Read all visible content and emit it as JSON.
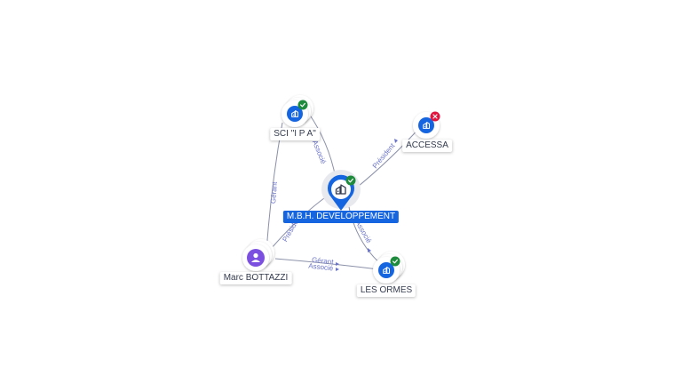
{
  "colors": {
    "company": "#1565e0",
    "person": "#7b4fe0",
    "active": "#1e8a3c",
    "closed": "#e0143c",
    "edge": "#8a90a8",
    "edge_label": "#6a73c8"
  },
  "nodes": {
    "center": {
      "name": "M.B.H. DEVELOPPEMENT",
      "type": "company",
      "status": "active",
      "icon": "building-icon"
    },
    "sci": {
      "name": "SCI \"I P A\"",
      "type": "company",
      "status": "active",
      "icon": "building-icon"
    },
    "accessa": {
      "name": "ACCESSA",
      "type": "company",
      "status": "closed",
      "icon": "building-icon"
    },
    "marc": {
      "name": "Marc BOTTAZZI",
      "type": "person",
      "icon": "person-icon"
    },
    "ormes": {
      "name": "LES ORMES",
      "type": "company",
      "status": "active",
      "icon": "building-icon"
    }
  },
  "edges": [
    {
      "from": "marc",
      "to": "sci",
      "label": "Gérant"
    },
    {
      "from": "center",
      "to": "sci",
      "label": "Associé"
    },
    {
      "from": "center",
      "to": "accessa",
      "label": "Président"
    },
    {
      "from": "marc",
      "to": "center",
      "label": "Président"
    },
    {
      "from": "center",
      "to": "ormes",
      "label": "Associé"
    },
    {
      "from": "marc",
      "to": "ormes",
      "label": "Gérant"
    },
    {
      "from": "marc",
      "to": "ormes",
      "label": "Associé"
    }
  ]
}
